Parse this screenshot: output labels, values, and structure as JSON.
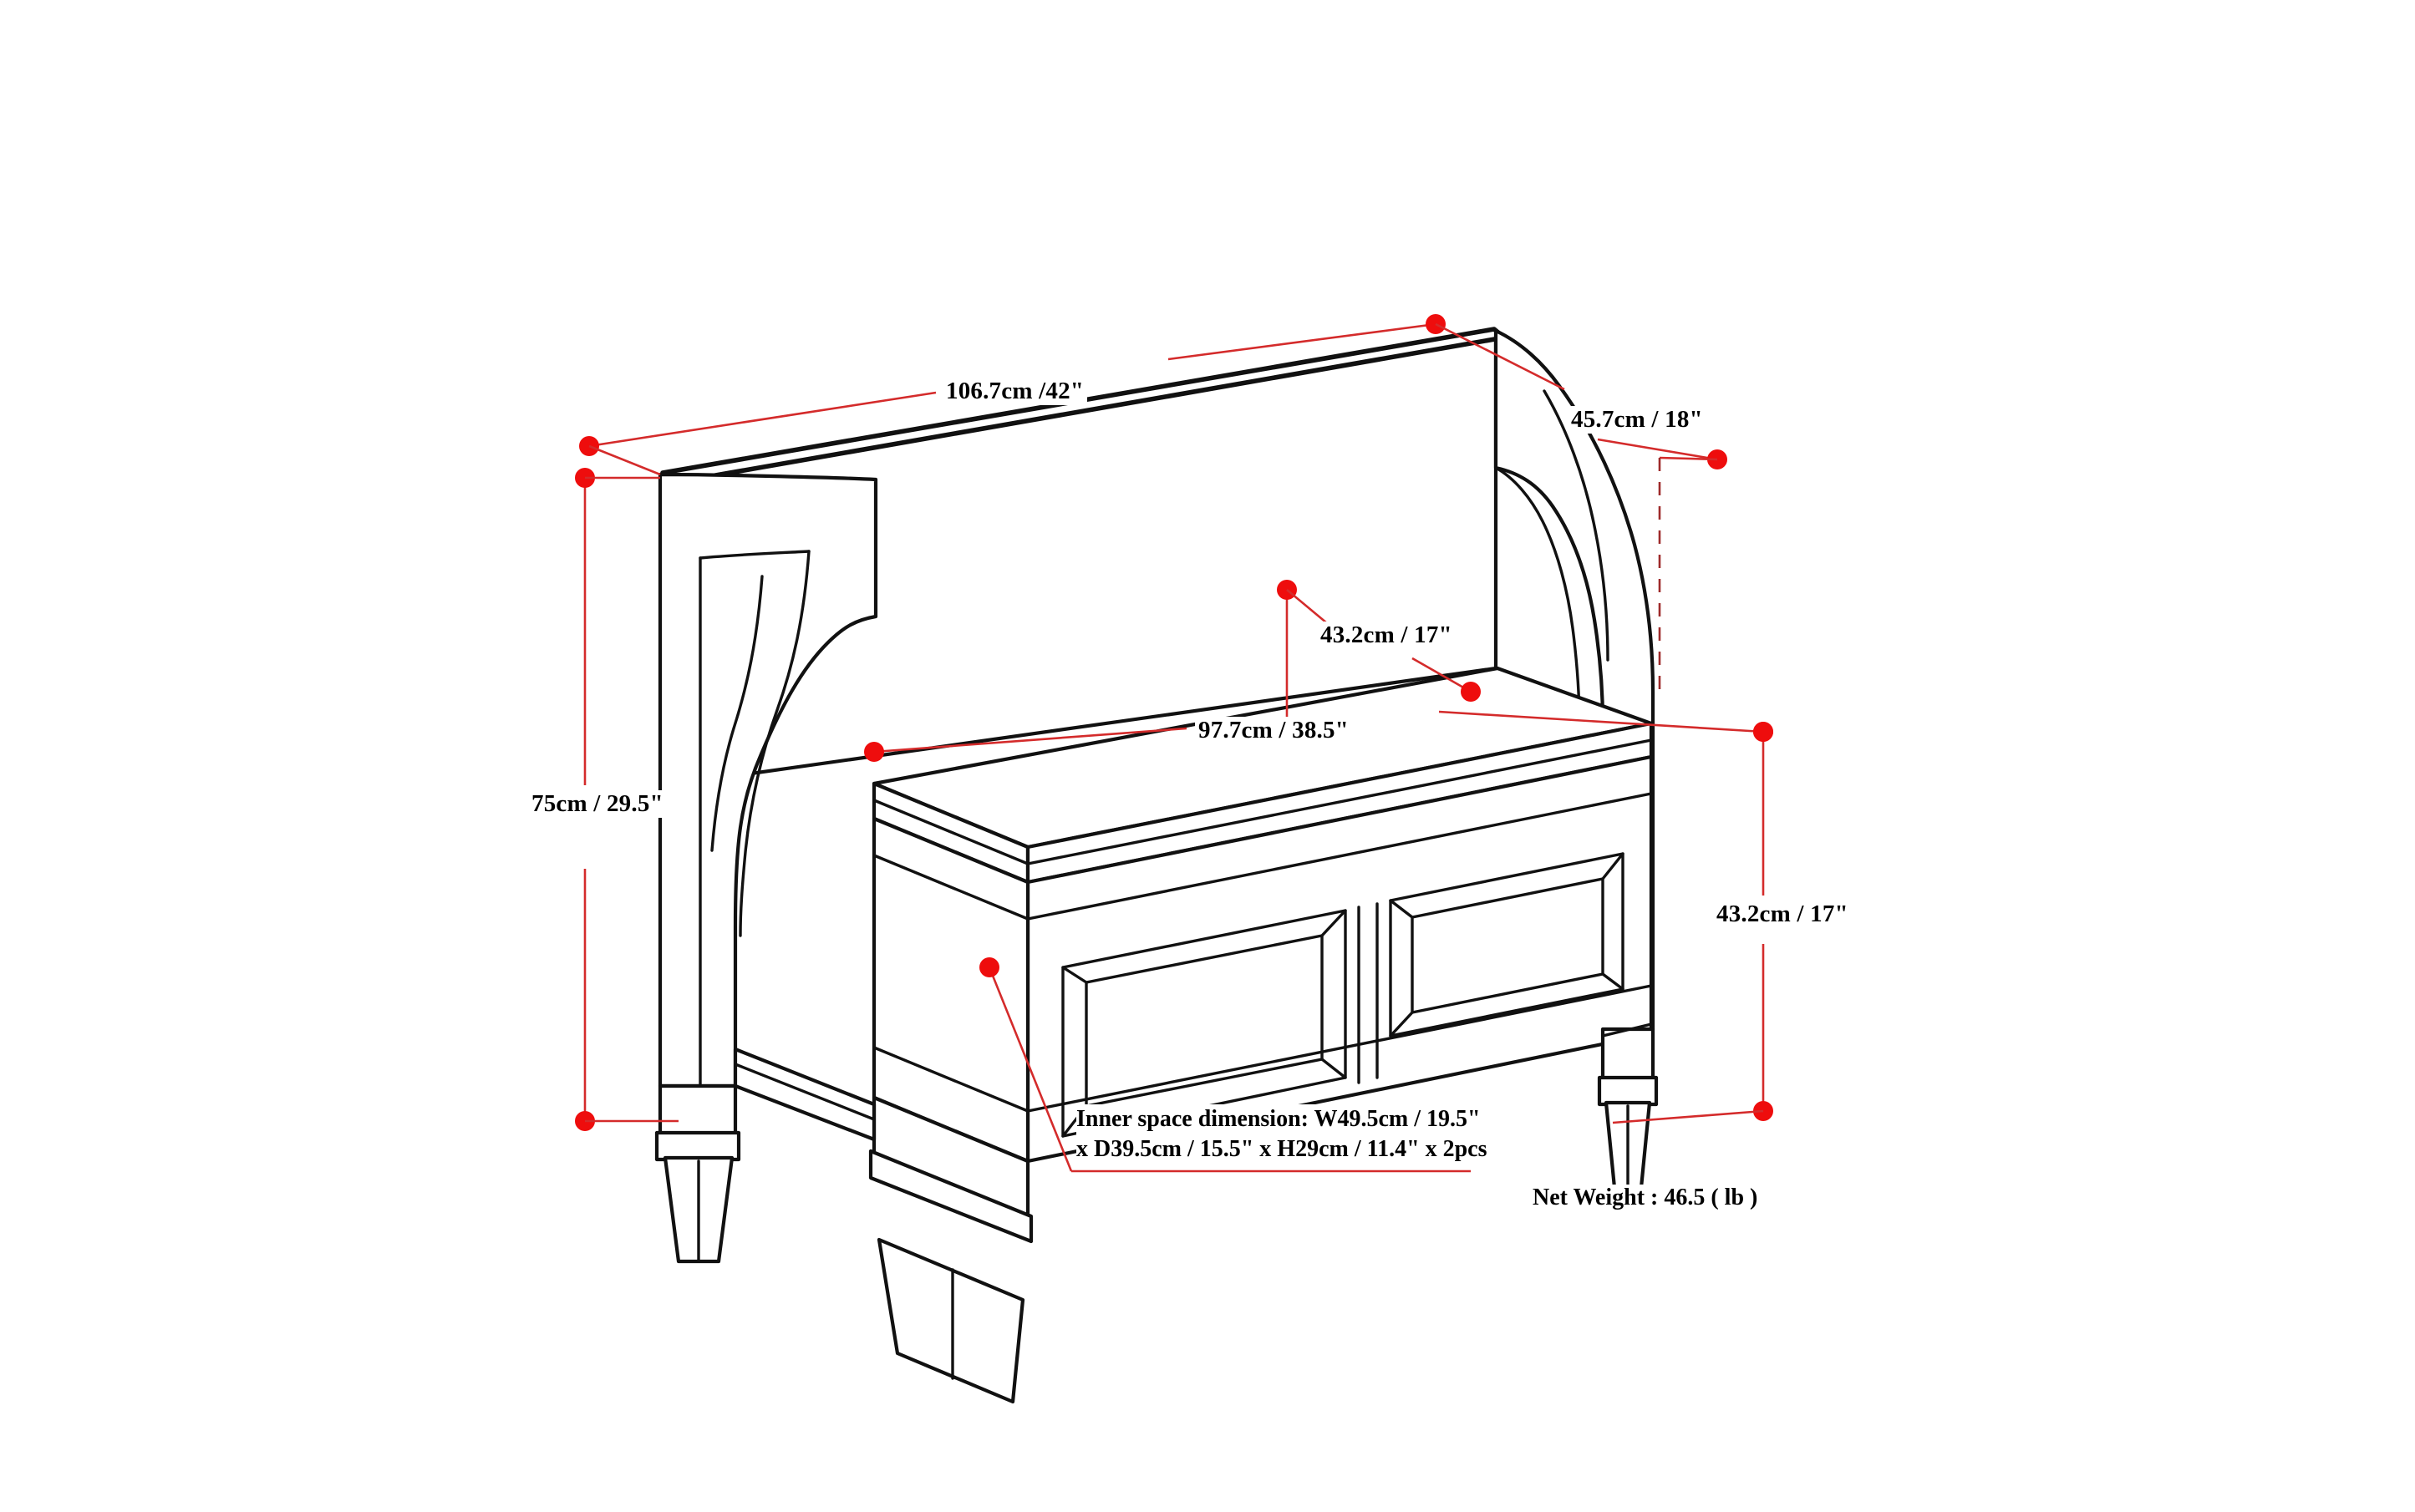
{
  "drawing": {
    "title": "Storage bench dimension drawing",
    "subject": "entryway storage bench with arms, back and two front panels",
    "line_color": "#000000",
    "dimension_color": "#d42b2b",
    "background_color": "#ffffff"
  },
  "dimensions": {
    "overall_width": "106.7cm /42\"",
    "overall_depth": "45.7cm / 18\"",
    "back_height_above_seat": "43.2cm / 17\"",
    "seat_width": "97.7cm / 38.5\"",
    "overall_height": "75cm / 29.5\"",
    "seat_height": "43.2cm / 17\""
  },
  "notes": {
    "inner_space_line1": "Inner space dimension: W49.5cm / 19.5\"",
    "inner_space_line2": "x D39.5cm / 15.5\" x H29cm / 11.4\" x 2pcs",
    "net_weight": "Net Weight : 46.5 ( lb )"
  }
}
